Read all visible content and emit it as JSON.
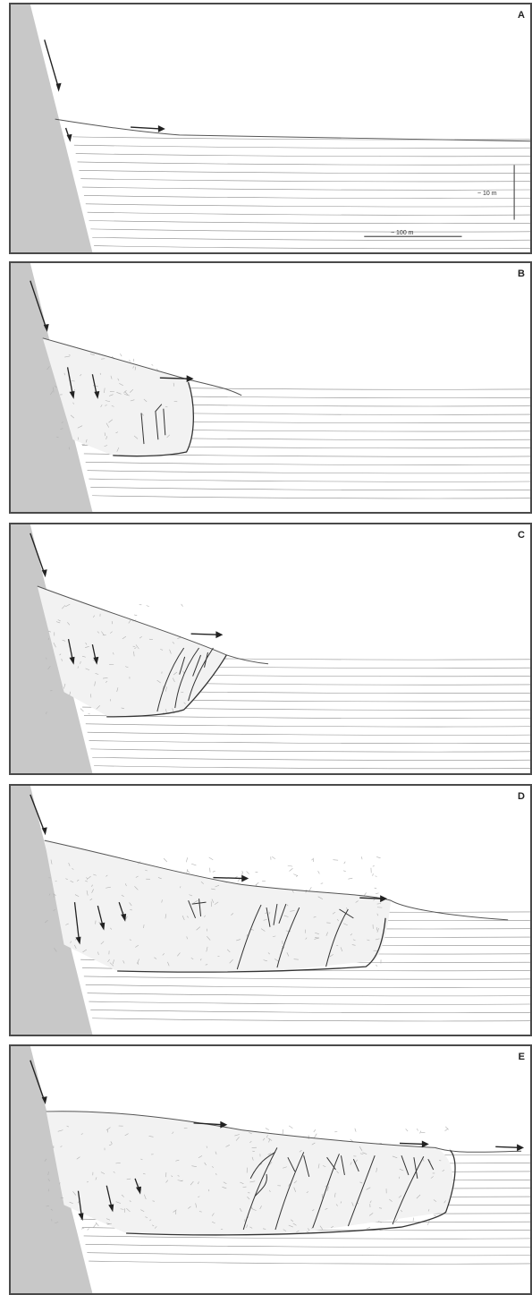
{
  "panels": [
    {
      "letter": "A",
      "scale_vertical": "~ 10 m",
      "scale_horizontal": "~ 100 m"
    },
    {
      "letter": "B"
    },
    {
      "letter": "C"
    },
    {
      "letter": "D"
    },
    {
      "letter": "E"
    }
  ],
  "colors": {
    "wall": "#c8c8c8",
    "line": "#333333",
    "bedding": "#8a8a8a",
    "frame": "#4a4a4a"
  }
}
